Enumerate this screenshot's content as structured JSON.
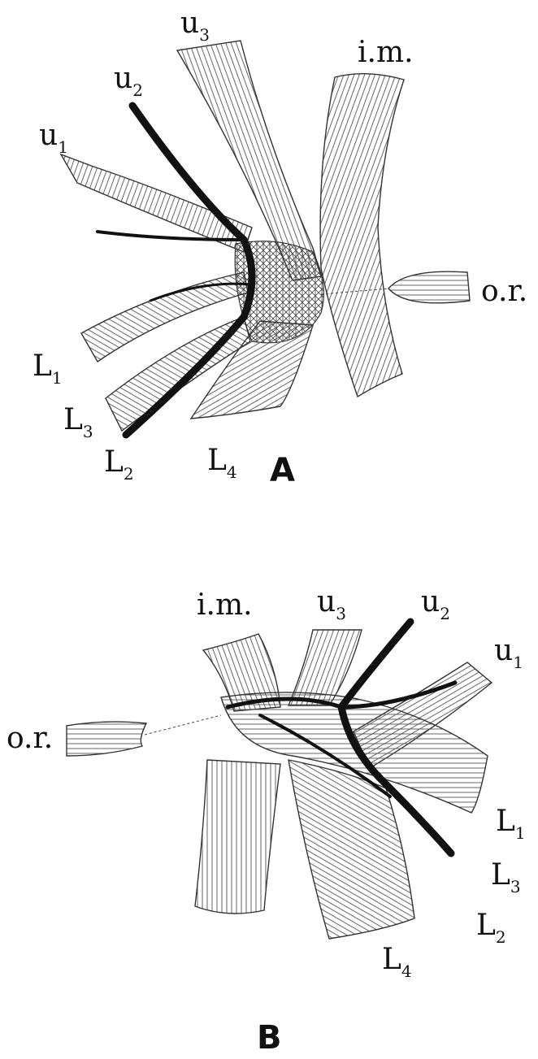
{
  "panels": [
    {
      "id": "A",
      "letter": "A",
      "labels": {
        "u1": {
          "main": "u",
          "sub": "1"
        },
        "u2": {
          "main": "u",
          "sub": "2"
        },
        "u3": {
          "main": "u",
          "sub": "3"
        },
        "im": {
          "main": "i.m.",
          "sub": ""
        },
        "or": {
          "main": "o.r.",
          "sub": ""
        },
        "L1": {
          "main": "L",
          "sub": "1"
        },
        "L2": {
          "main": "L",
          "sub": "2"
        },
        "L3": {
          "main": "L",
          "sub": "3"
        },
        "L4": {
          "main": "L",
          "sub": "4"
        }
      }
    },
    {
      "id": "B",
      "letter": "B",
      "labels": {
        "im": {
          "main": "i.m.",
          "sub": ""
        },
        "u3": {
          "main": "u",
          "sub": "3"
        },
        "u2": {
          "main": "u",
          "sub": "2"
        },
        "u1": {
          "main": "u",
          "sub": "1"
        },
        "or": {
          "main": "o.r.",
          "sub": ""
        },
        "L1": {
          "main": "L",
          "sub": "1"
        },
        "L3": {
          "main": "L",
          "sub": "3"
        },
        "L2": {
          "main": "L",
          "sub": "2"
        },
        "L4": {
          "main": "L",
          "sub": "4"
        }
      }
    }
  ]
}
